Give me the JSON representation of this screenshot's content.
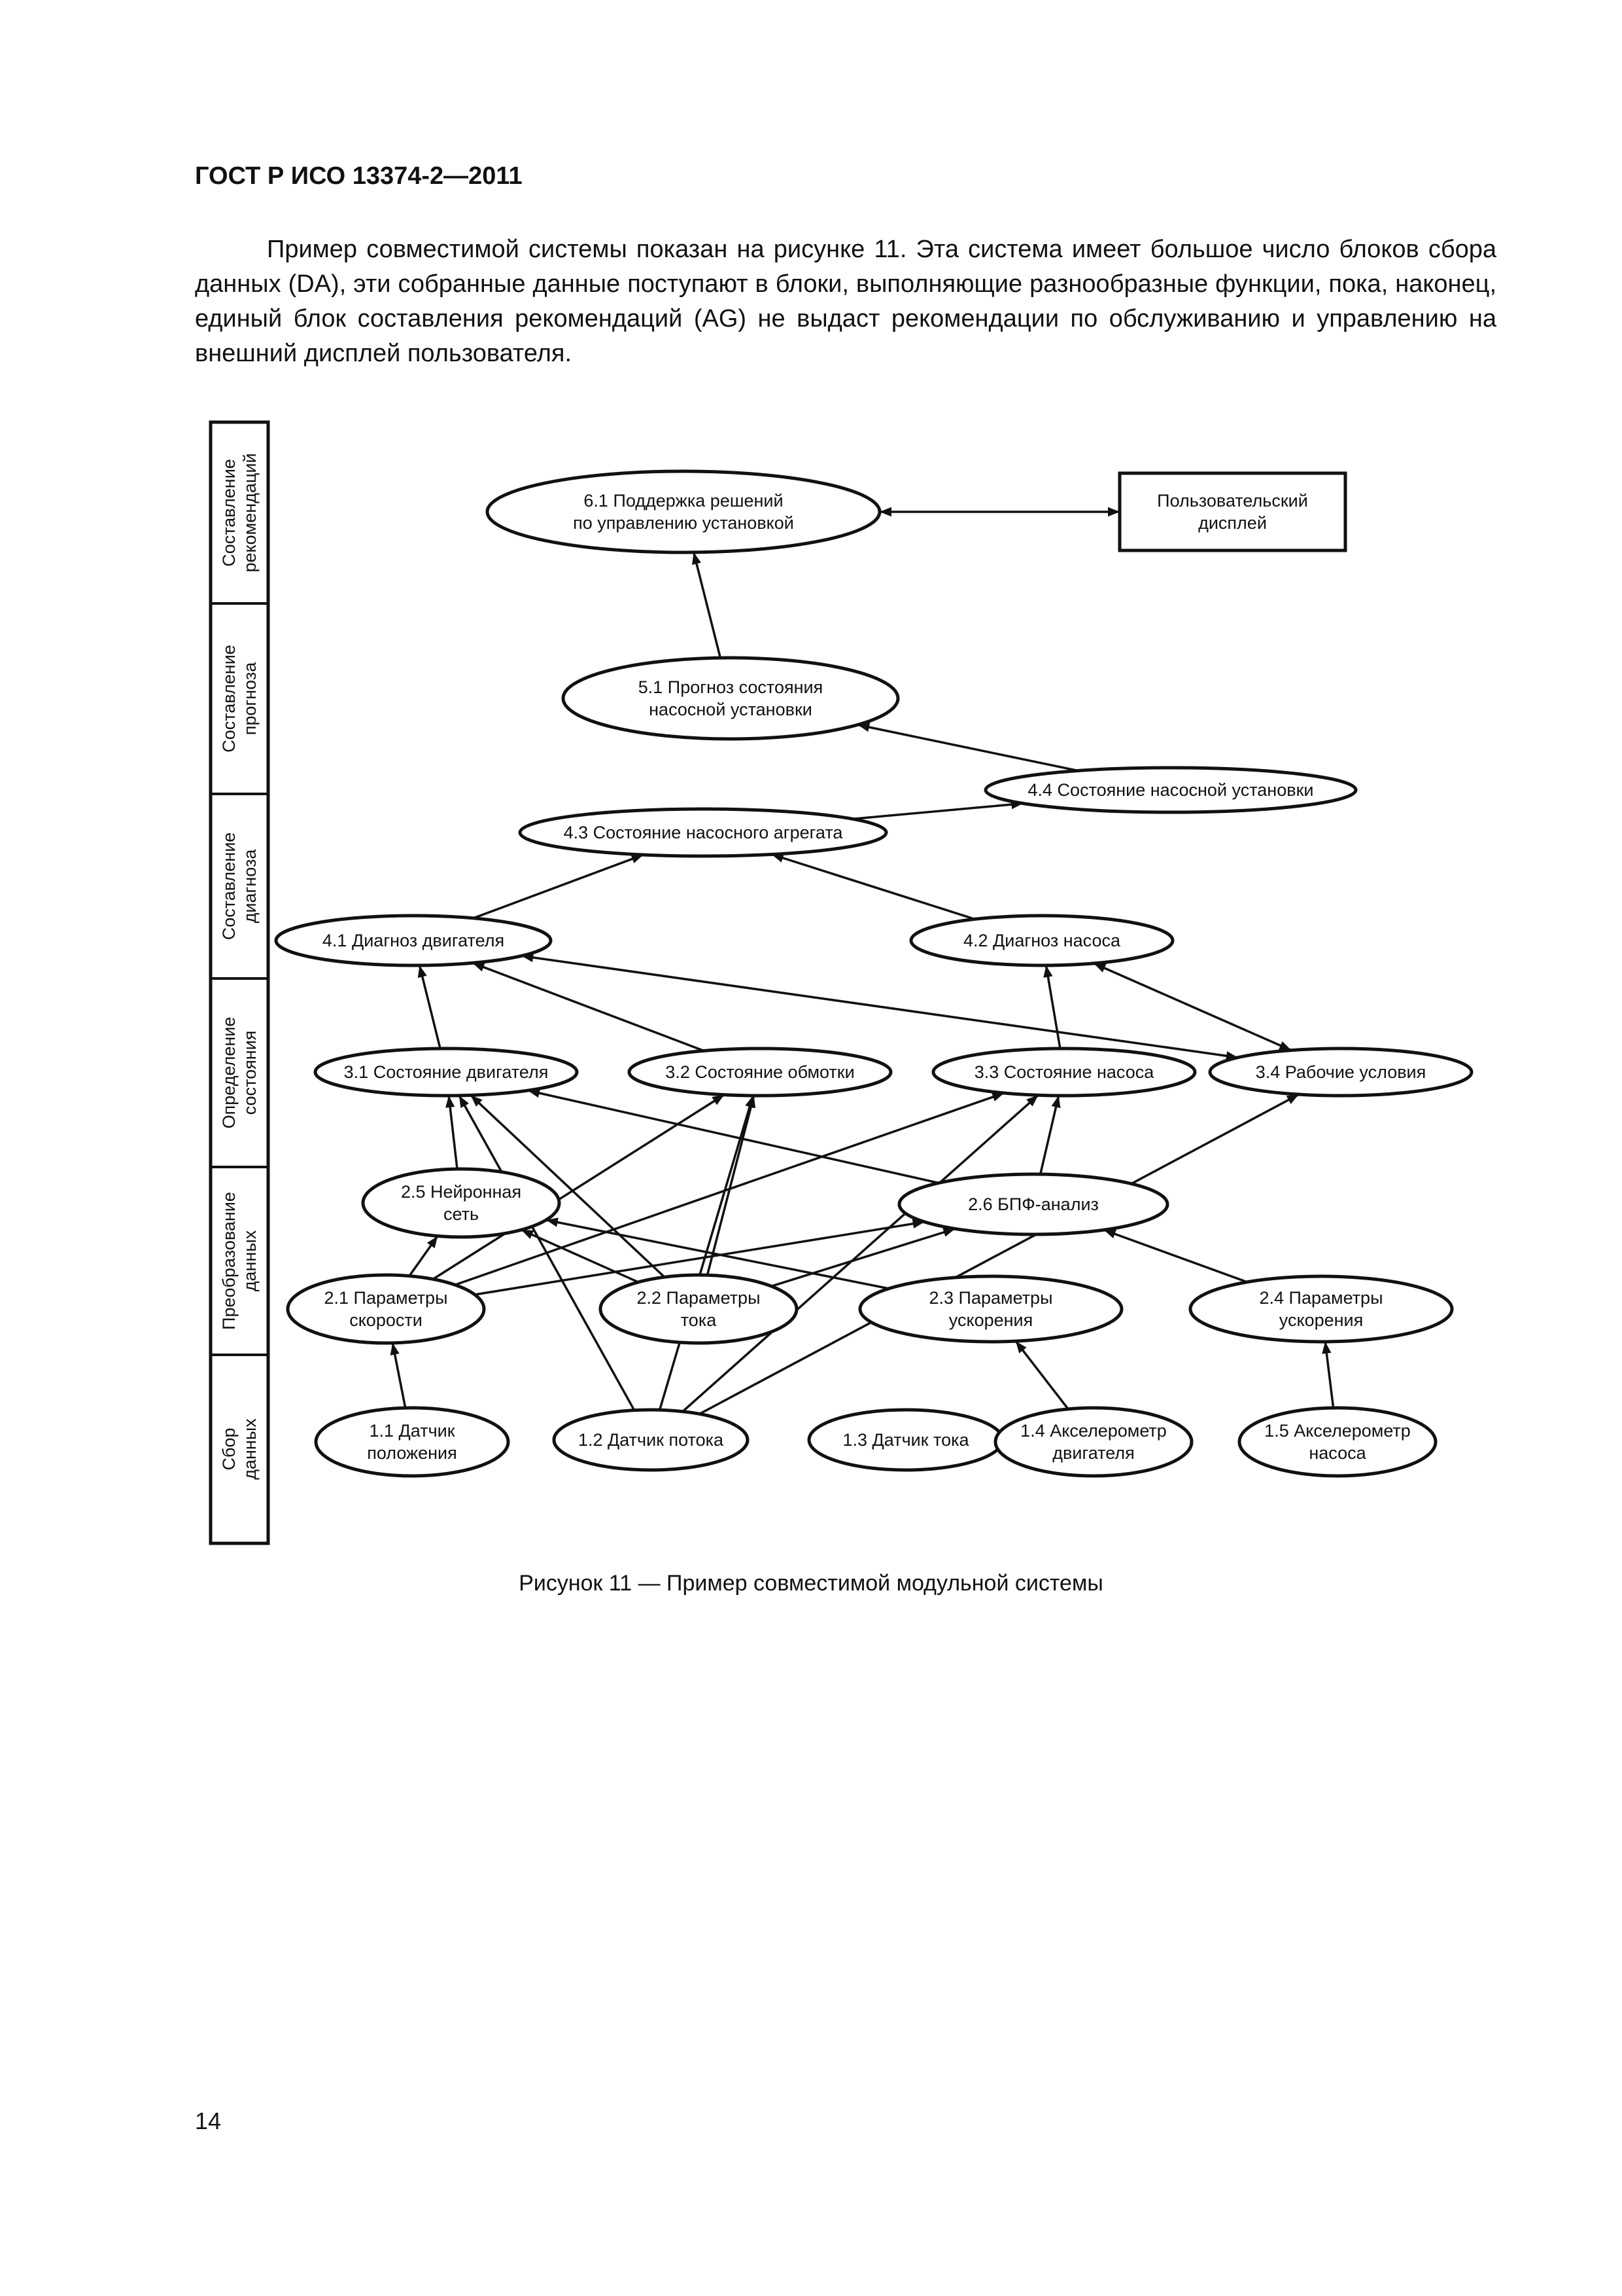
{
  "header": {
    "title": "ГОСТ Р ИСО 13374-2—2011"
  },
  "paragraph": "Пример совместимой системы показан на рисунке 11. Эта система имеет большое число блоков сбора данных (DA), эти собранные данные поступают в блоки, выполняющие разнообразные функции, пока, наконец, единый блок составления рекомендаций (AG) не выдаст рекомендации по обслуживанию и управлению на внешний дисплей пользователя.",
  "diagram": {
    "bands": [
      {
        "id": "ag",
        "lines": [
          "Составление",
          "рекомендаций"
        ]
      },
      {
        "id": "pa",
        "lines": [
          "Составление",
          "прогноза"
        ]
      },
      {
        "id": "hd",
        "lines": [
          "Составление",
          "диагноза"
        ]
      },
      {
        "id": "sd",
        "lines": [
          "Определение",
          "состояния"
        ]
      },
      {
        "id": "dm",
        "lines": [
          "Преобразование",
          "данных"
        ]
      },
      {
        "id": "da",
        "lines": [
          "Сбор",
          "данных"
        ]
      }
    ],
    "nodes": [
      {
        "id": "n61",
        "lines": [
          "6.1 Поддержка решений",
          "по управлению установкой"
        ]
      },
      {
        "id": "disp",
        "lines": [
          "Пользовательский",
          "дисплей"
        ]
      },
      {
        "id": "n51",
        "lines": [
          "5.1 Прогноз состояния",
          "насосной установки"
        ]
      },
      {
        "id": "n44",
        "lines": [
          "4.4 Состояние насосной установки"
        ]
      },
      {
        "id": "n43",
        "lines": [
          "4.3 Состояние насосного агрегата"
        ]
      },
      {
        "id": "n41",
        "lines": [
          "4.1 Диагноз двигателя"
        ]
      },
      {
        "id": "n42",
        "lines": [
          "4.2 Диагноз насоса"
        ]
      },
      {
        "id": "n31",
        "lines": [
          "3.1 Состояние двигателя"
        ]
      },
      {
        "id": "n32",
        "lines": [
          "3.2 Состояние обмотки"
        ]
      },
      {
        "id": "n33",
        "lines": [
          "3.3 Состояние насоса"
        ]
      },
      {
        "id": "n34",
        "lines": [
          "3.4 Рабочие условия"
        ]
      },
      {
        "id": "n25",
        "lines": [
          "2.5 Нейронная",
          "сеть"
        ]
      },
      {
        "id": "n26",
        "lines": [
          "2.6 БПФ-анализ"
        ]
      },
      {
        "id": "n21",
        "lines": [
          "2.1 Параметры",
          "скорости"
        ]
      },
      {
        "id": "n22",
        "lines": [
          "2.2 Параметры",
          "тока"
        ]
      },
      {
        "id": "n23",
        "lines": [
          "2.3 Параметры",
          "ускорения"
        ]
      },
      {
        "id": "n24",
        "lines": [
          "2.4 Параметры",
          "ускорения"
        ]
      },
      {
        "id": "n11",
        "lines": [
          "1.1 Датчик",
          "положения"
        ]
      },
      {
        "id": "n12",
        "lines": [
          "1.2 Датчик потока"
        ]
      },
      {
        "id": "n13",
        "lines": [
          "1.3 Датчик тока"
        ]
      },
      {
        "id": "n14",
        "lines": [
          "1.4 Акселерометр",
          "двигателя"
        ]
      },
      {
        "id": "n15",
        "lines": [
          "1.5 Акселерометр",
          "насоса"
        ]
      }
    ],
    "edges": [
      {
        "from": "n61",
        "to": "disp",
        "bidirectional": true
      },
      {
        "from": "n51",
        "to": "n61"
      },
      {
        "from": "n44",
        "to": "n51"
      },
      {
        "from": "n43",
        "to": "n44"
      },
      {
        "from": "n41",
        "to": "n43"
      },
      {
        "from": "n42",
        "to": "n43"
      },
      {
        "from": "n31",
        "to": "n41"
      },
      {
        "from": "n32",
        "to": "n41"
      },
      {
        "from": "n33",
        "to": "n42"
      },
      {
        "from": "n34",
        "to": "n42",
        "bidirectional": true
      },
      {
        "from": "n34",
        "to": "n41",
        "bidirectional": true
      },
      {
        "from": "n25",
        "to": "n31"
      },
      {
        "from": "n26",
        "to": "n31"
      },
      {
        "from": "n26",
        "to": "n33"
      },
      {
        "from": "n21",
        "to": "n25"
      },
      {
        "from": "n21",
        "to": "n32"
      },
      {
        "from": "n21",
        "to": "n26"
      },
      {
        "from": "n21",
        "to": "n33"
      },
      {
        "from": "n22",
        "to": "n25"
      },
      {
        "from": "n22",
        "to": "n31"
      },
      {
        "from": "n22",
        "to": "n32"
      },
      {
        "from": "n22",
        "to": "n26"
      },
      {
        "from": "n23",
        "to": "n25"
      },
      {
        "from": "n24",
        "to": "n26"
      },
      {
        "from": "n11",
        "to": "n21"
      },
      {
        "from": "n12",
        "to": "n31"
      },
      {
        "from": "n12",
        "to": "n32"
      },
      {
        "from": "n12",
        "to": "n33"
      },
      {
        "from": "n12",
        "to": "n34"
      },
      {
        "from": "n14",
        "to": "n23"
      },
      {
        "from": "n15",
        "to": "n24"
      }
    ]
  },
  "caption": "Рисунок 11 — Пример совместимой модульной системы",
  "page_number": "14"
}
